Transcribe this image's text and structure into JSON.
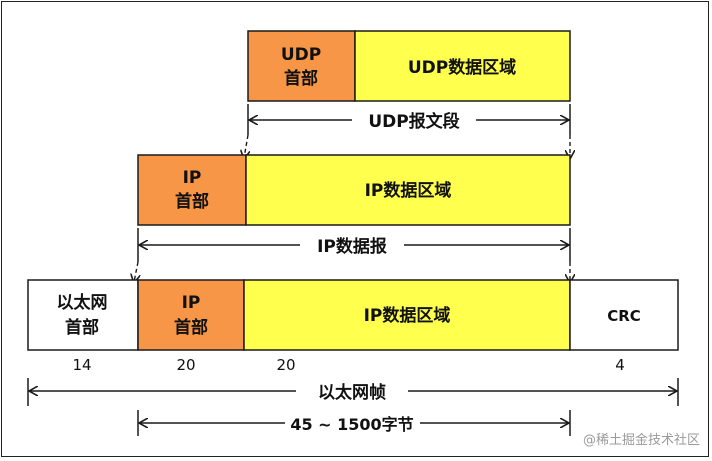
{
  "udp_segment": {
    "header": [
      "UDP",
      "首部"
    ],
    "data": "UDP数据区域",
    "label": "UDP报文段"
  },
  "ip_datagram": {
    "header": [
      "IP",
      "首部"
    ],
    "data": "IP数据区域",
    "label": "IP数据报"
  },
  "ethernet_frame": {
    "header": [
      "以太网",
      "首部"
    ],
    "ip_header": [
      "IP",
      "首部"
    ],
    "data": "IP数据区域",
    "trailer": "CRC",
    "label": "以太网帧",
    "payload_label": "45 ~ 1500字节"
  },
  "sizes": {
    "ethernet_header": "14",
    "ip_header": "20",
    "udp_header": "20",
    "crc": "4"
  },
  "watermark": "@稀土掘金技术社区",
  "colors": {
    "header_fill": "#f79646",
    "data_fill": "#ffff4d",
    "plain_fill": "#ffffff",
    "stroke": "#1a1a1a"
  }
}
